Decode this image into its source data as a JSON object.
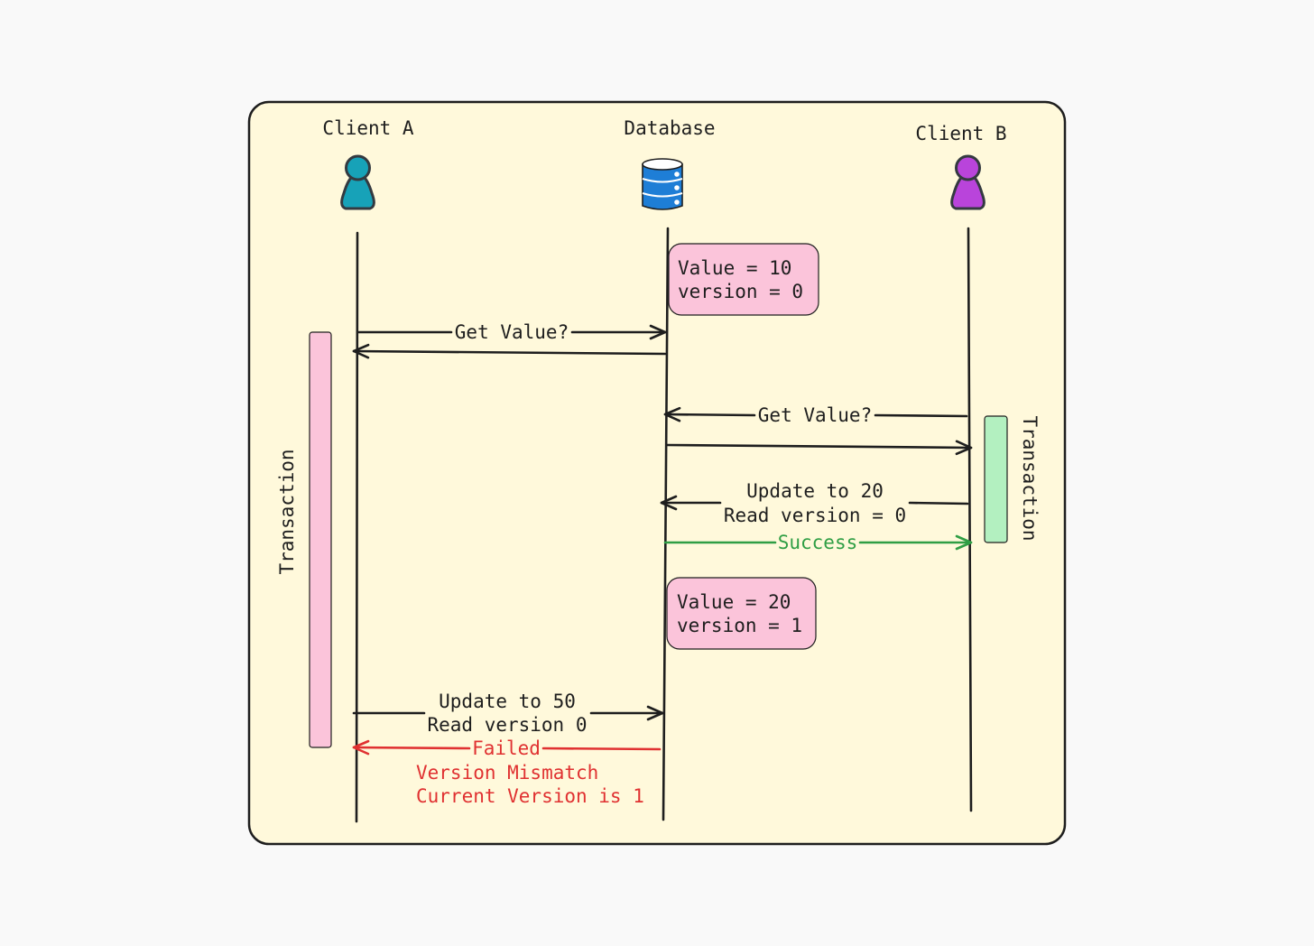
{
  "participants": {
    "client_a": {
      "label": "Client A",
      "color": "#17a2b8"
    },
    "database": {
      "label": "Database",
      "color": "#1e7ed6"
    },
    "client_b": {
      "label": "Client B",
      "color": "#b944db"
    }
  },
  "state_notes": {
    "initial": {
      "line1": "Value = 10",
      "line2": "version = 0"
    },
    "updated": {
      "line1": "Value = 20",
      "line2": "version = 1"
    }
  },
  "transactions": {
    "client_a": {
      "label": "Transaction",
      "color": "#fbc4da"
    },
    "client_b": {
      "label": "Transaction",
      "color": "#b3f0c0"
    }
  },
  "messages": {
    "a_get": {
      "label": "Get Value?"
    },
    "b_get": {
      "label": "Get Value?"
    },
    "b_update": {
      "line1": "Update to 20",
      "line2": "Read version = 0"
    },
    "b_success": {
      "label": "Success",
      "color": "#2f9e44"
    },
    "a_update": {
      "line1": "Update to 50",
      "line2": "Read version 0"
    },
    "a_failed": {
      "line1": "Failed",
      "line2": "Version Mismatch",
      "line3": "Current Version is 1",
      "color": "#e03131"
    }
  },
  "colors": {
    "frame_bg": "#fff9db",
    "stroke": "#1e1e1e",
    "note_fill": "#fbc4da"
  }
}
